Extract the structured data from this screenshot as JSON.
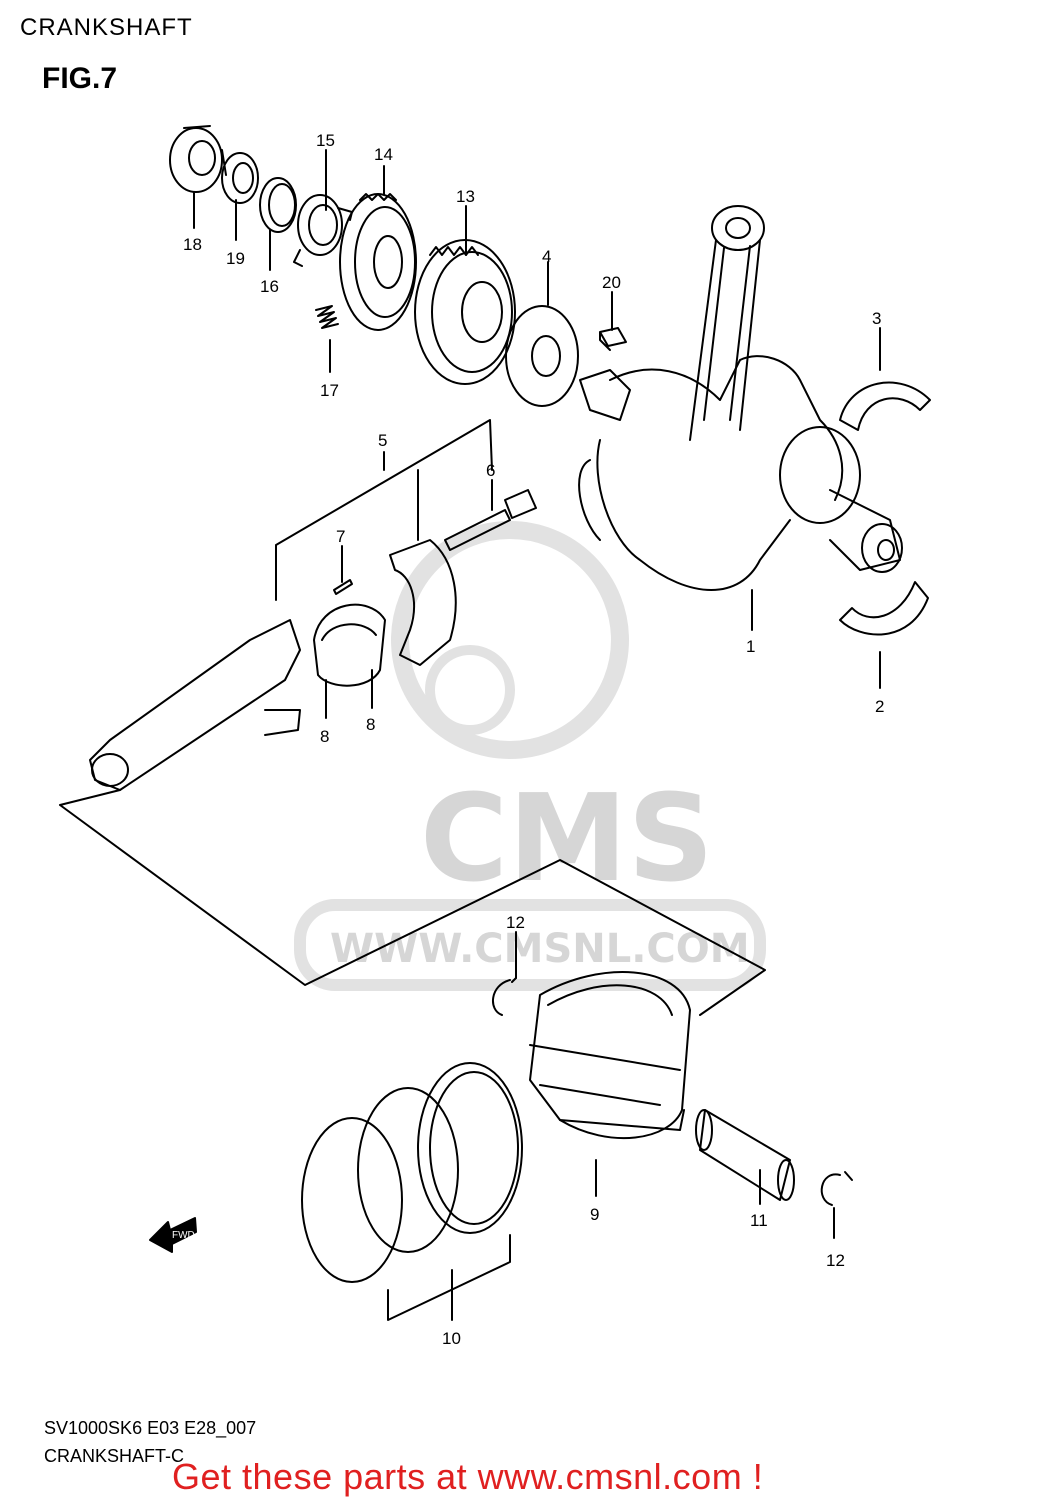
{
  "header": {
    "title": "CRANKSHAFT",
    "figure": "FIG.7"
  },
  "watermark": {
    "brand": "CMS",
    "url": "WWW.CMSNL.COM"
  },
  "fwd_marker": "FWD",
  "parts": [
    "1",
    "2",
    "3",
    "4",
    "5",
    "6",
    "7",
    "8",
    "8",
    "9",
    "10",
    "11",
    "12",
    "12",
    "13",
    "14",
    "15",
    "16",
    "17",
    "18",
    "19",
    "20"
  ],
  "footer": {
    "code_line1": "SV1000SK6 E03 E28_007",
    "code_line2": "CRANKSHAFT-C",
    "promo": "Get these parts at www.cmsnl.com !"
  },
  "colors": {
    "promo": "#e02020",
    "watermark": "#d6d6d6",
    "lines": "#000000"
  }
}
